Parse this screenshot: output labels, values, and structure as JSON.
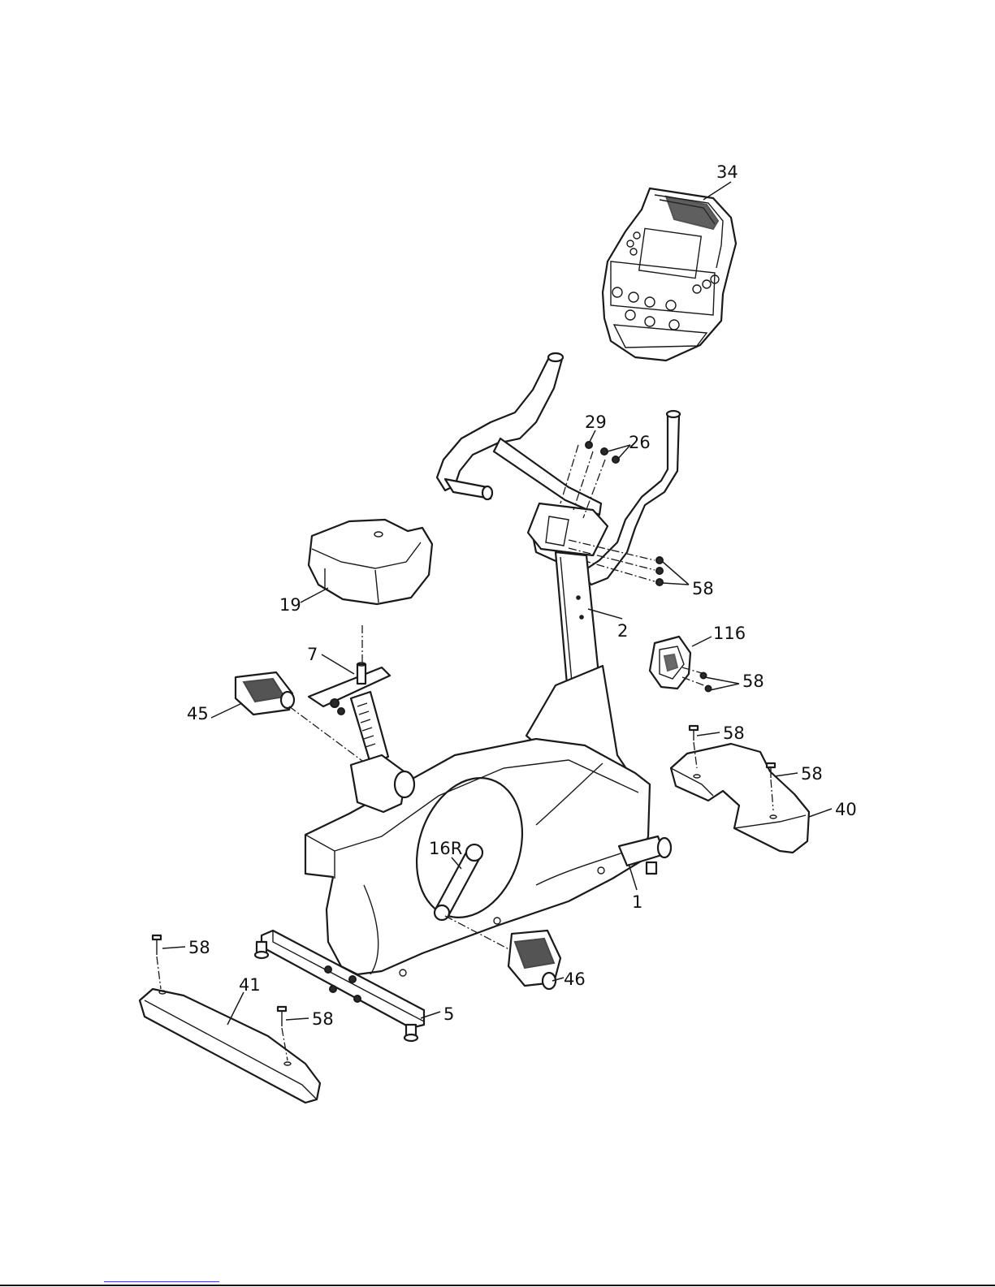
{
  "callouts": {
    "p34": "34",
    "p29": "29",
    "p26": "26",
    "p58_handlebar": "58",
    "p19": "19",
    "p2": "2",
    "p116": "116",
    "p58_sensor": "58",
    "p7": "7",
    "p45": "45",
    "p58_rear_a": "58",
    "p58_rear_b": "58",
    "p40": "40",
    "p16r": "16R",
    "p1": "1",
    "p58_front_a": "58",
    "p41": "41",
    "p46": "46",
    "p5": "5",
    "p58_front_b": "58"
  }
}
